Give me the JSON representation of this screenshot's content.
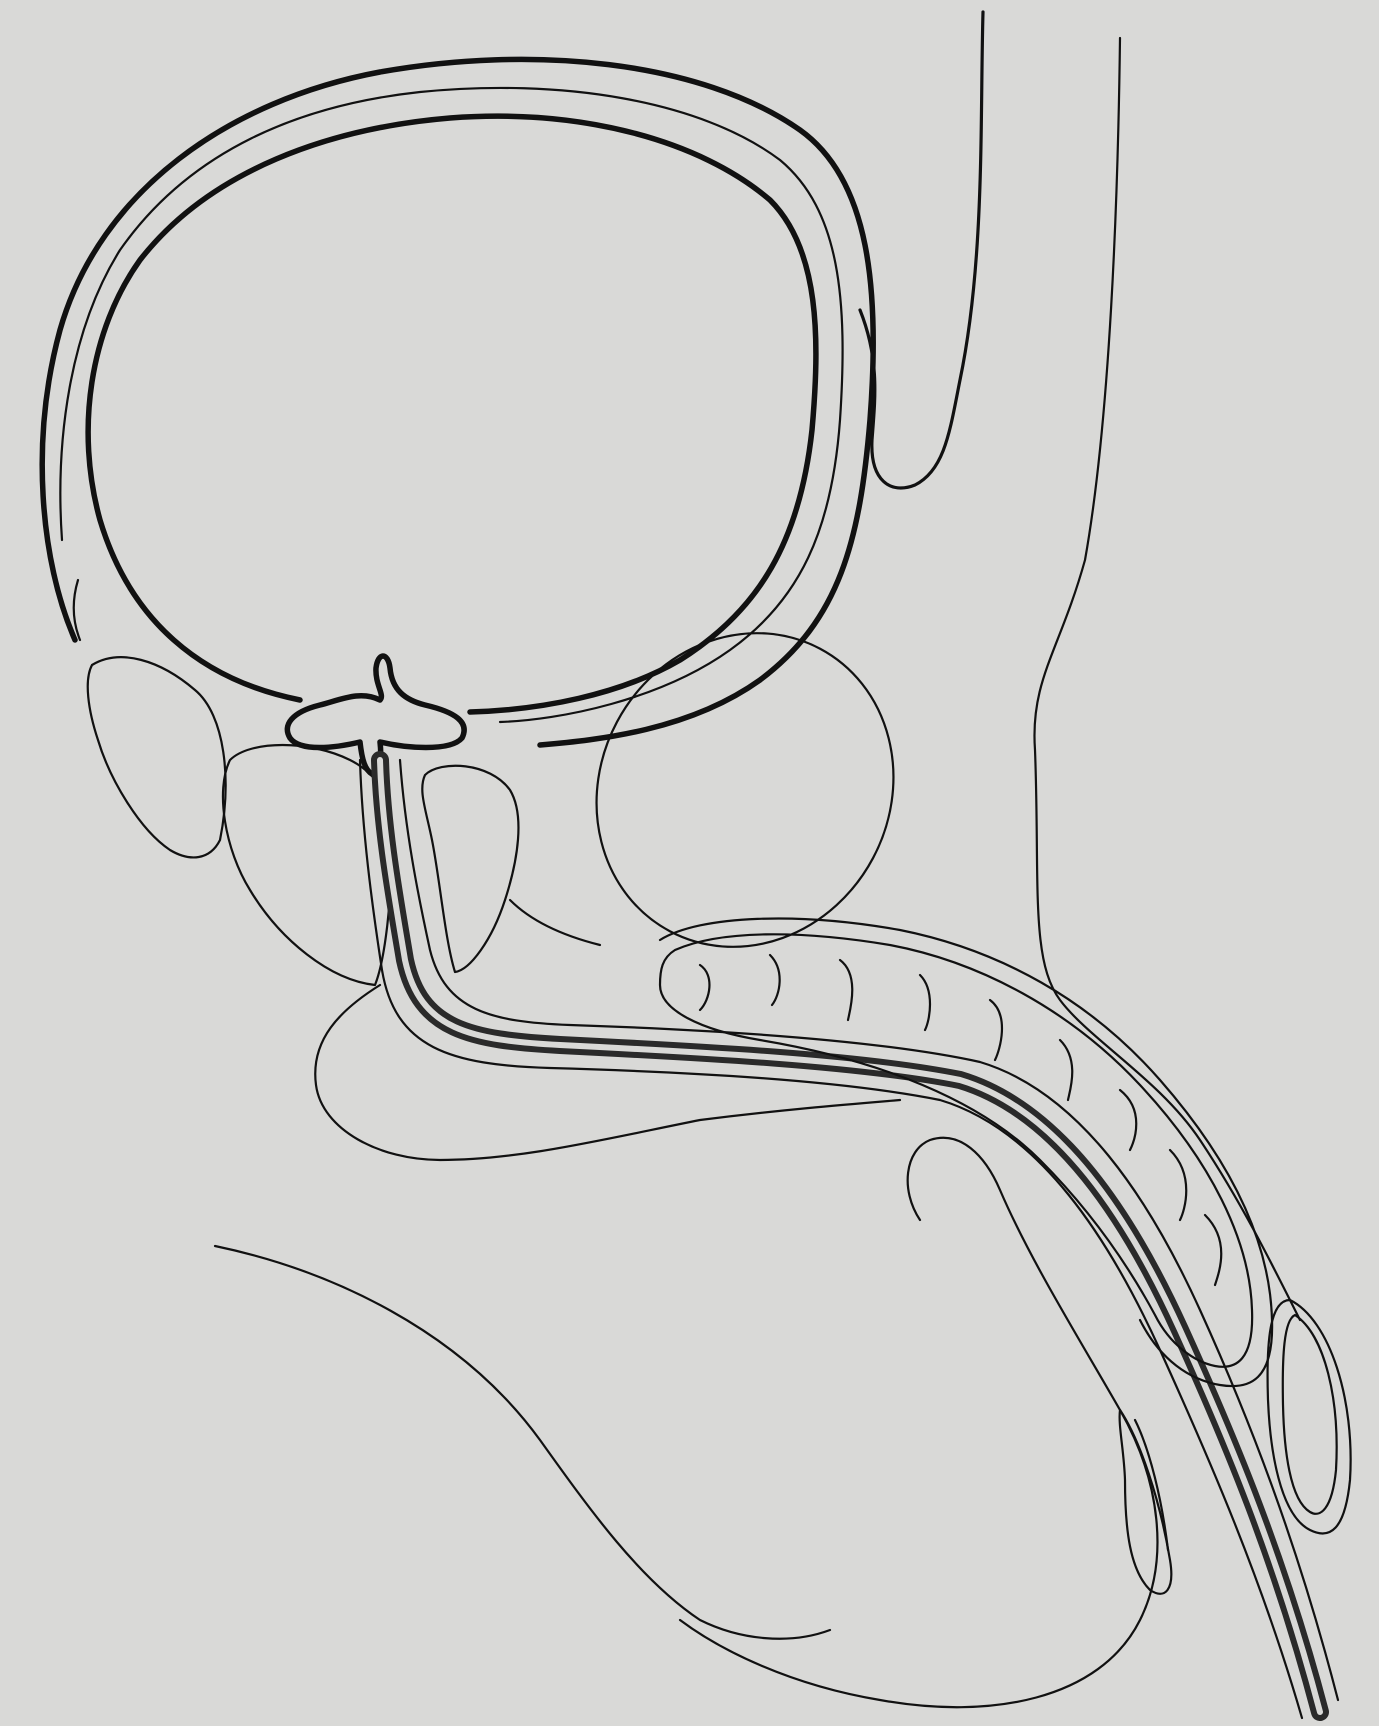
{
  "colors": {
    "paper": "#d9d9d7",
    "ink": "#111111",
    "catheter_fill": "#2a2a2a"
  },
  "parts": [
    "bladder-wall",
    "pubic-symphysis",
    "prostate",
    "urethral-catheter",
    "corpus-cavernosum",
    "glans",
    "scrotum",
    "abdominal-wall",
    "rectum-outline"
  ]
}
